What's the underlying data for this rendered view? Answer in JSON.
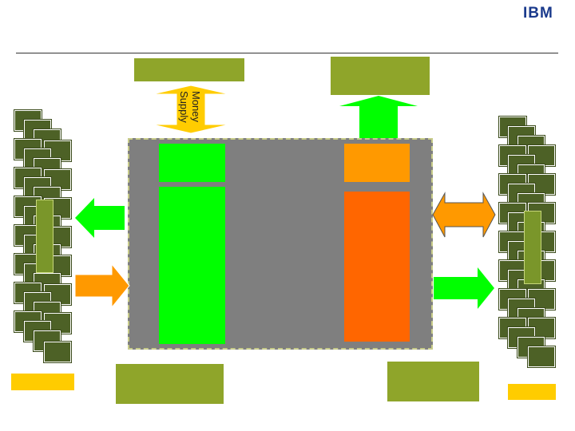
{
  "header": {
    "logo_text": "IBM"
  },
  "money_supply": {
    "label": "Money\nSupply"
  },
  "colors": {
    "olive_box": "#8fa52a",
    "dark_square": "#4d6126",
    "central_panel": "#7f7f7f",
    "green": "#00ff00",
    "orange": "#ff9900",
    "dark_orange": "#ff6600",
    "yellow": "#ffcc00",
    "logo_blue": "#1a3a8c"
  },
  "icons": [
    "double-arrow-vertical",
    "up-arrow",
    "left-arrow",
    "right-arrow",
    "double-arrow-horizontal"
  ]
}
